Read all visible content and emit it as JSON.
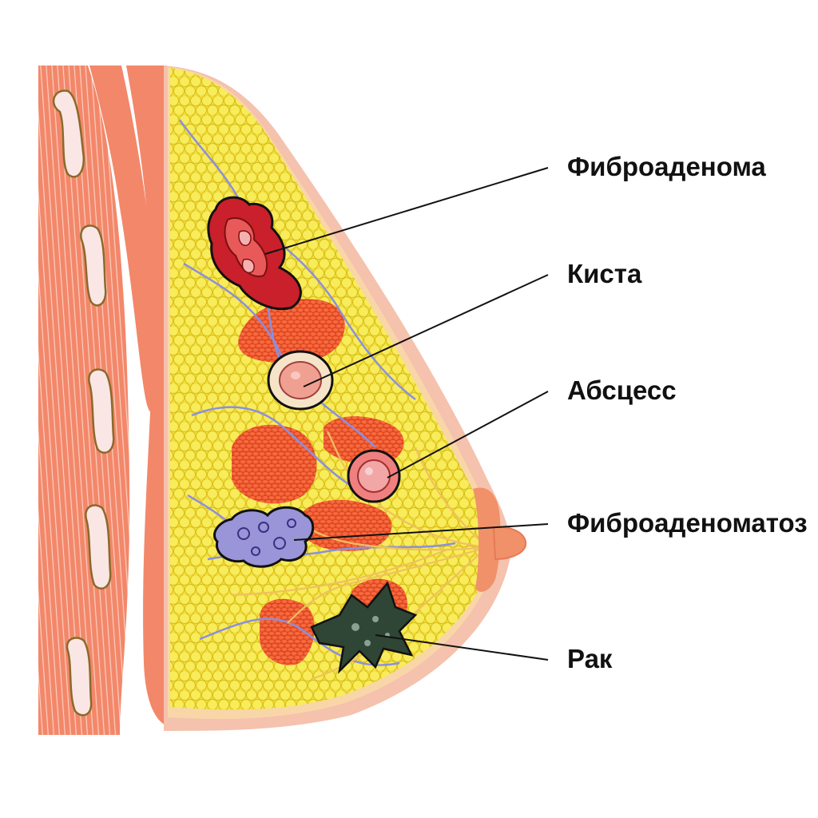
{
  "labels": {
    "fibroadenoma": "Фиброаденома",
    "cyst": "Киста",
    "abscess": "Абсцесс",
    "fibroadenomatosis": "Фиброаденоматоз",
    "cancer": "Рак"
  },
  "colors": {
    "background": "#ffffff",
    "muscle": "#f3876a",
    "muscle_light": "#f8b4a0",
    "rib": "#fbe6e6",
    "rib_outline": "#8a6a2a",
    "skin": "#f7c8a8",
    "skin_outer": "#f5b7a1",
    "fat": "#f6e64a",
    "fat_dark": "#d9c21e",
    "gland": "#f45a2c",
    "vessel": "#8b8fe0",
    "duct": "#f0c060",
    "fibroadenoma": "#c9202b",
    "cyst": "#f6e4c8",
    "abscess": "#f08080",
    "fibroadenomatosis": "#9a94d8",
    "cancer": "#2f4535",
    "leader_line": "#111111"
  }
}
